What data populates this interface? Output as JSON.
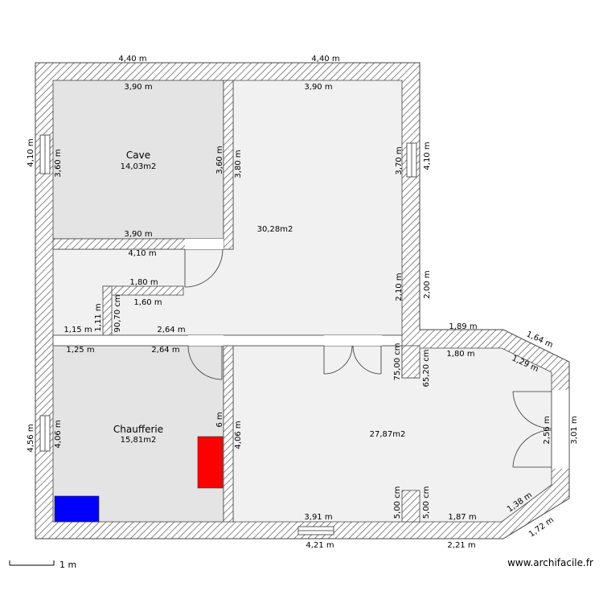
{
  "watermark": "www.archifacile.fr",
  "scale_label": "1 m",
  "rooms": {
    "cave": {
      "name": "Cave",
      "area": "14,03m2"
    },
    "main": {
      "area": "30,28m2"
    },
    "chaufferie": {
      "name": "Chaufferie",
      "area": "15,81m2"
    },
    "living": {
      "area": "27,87m2"
    }
  },
  "colors": {
    "wall_stroke": "#444444",
    "cave_fill": "#e4e4e4",
    "floor_fill": "#f1f1f1",
    "boiler": "#ff0000",
    "tank": "#0000ff"
  },
  "dims": {
    "top_left_outer": "4,40 m",
    "top_right_outer": "4,40 m",
    "cave_top_in": "3,90 m",
    "main_top_in": "3,90 m",
    "left_outer_top": "4,10 m",
    "cave_left_in": "3,60 m",
    "cave_right_in": "3,60 m",
    "wall_cave_main": "3,80 m",
    "main_right_in": "3,70 m",
    "right_outer_top": "4,10 m",
    "cave_bottom_in": "3,90 m",
    "hall_top": "4,10 m",
    "step_top": "1,80 m",
    "step_bottom": "1,60 m",
    "step_height_left": "1,11 m",
    "step_height_right": "90,70 cm",
    "hall_bottom_left": "1,15 m",
    "hall_bottom_mid": "2,64 m",
    "main_right_lower": "2,10 m",
    "outer_right_lower": "2,00 m",
    "annex_top_out": "1,89 m",
    "diag_top_out": "1,64 m",
    "chauff_top_left": "1,25 m",
    "chauff_top_mid": "2,64 m",
    "annex_top_in": "1,80 m",
    "diag_top_in": "1,29 m",
    "partition_top_left": "75,00 cm",
    "partition_top_right": "65,20 cm",
    "left_outer_bottom": "4,56 m",
    "chauff_left_in": "4,06 m",
    "chauff_right_in": "6 m",
    "wall_chauff_living": "4,06 m",
    "annex_right_in": "2,56 m",
    "annex_right_out": "3,01 m",
    "partition_bottom_left": "5,00 cm",
    "partition_bottom_right": "5,00 cm",
    "living_bottom_in": "3,91 m",
    "annex_bottom_in": "1,87 m",
    "diag_bottom_in": "1,38 m",
    "diag_bottom_out": "1,72 m",
    "bottom_outer_left": "4,21 m",
    "bottom_outer_right": "2,21 m"
  }
}
